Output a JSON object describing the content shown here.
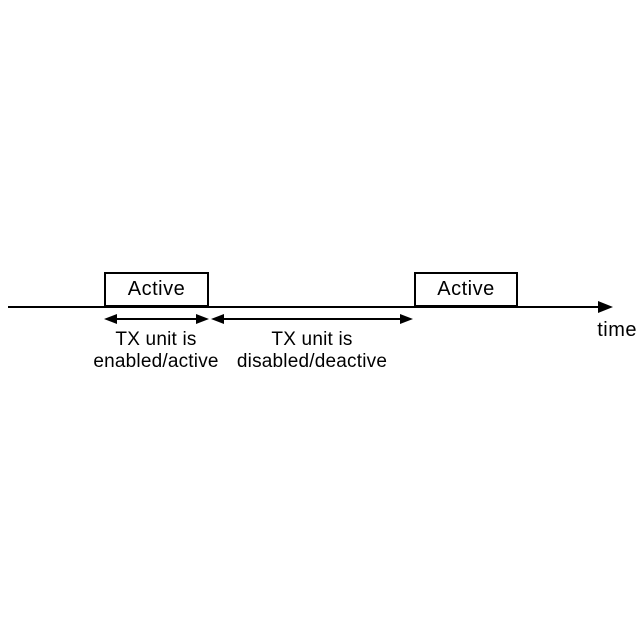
{
  "diagram": {
    "background_color": "#ffffff",
    "ink_color": "#000000",
    "timeline": {
      "axis_label": "time"
    },
    "boxes": [
      {
        "label": "Active"
      },
      {
        "label": "Active"
      }
    ],
    "intervals": [
      {
        "line1": "TX unit is",
        "line2": "enabled/active"
      },
      {
        "line1": "TX unit is",
        "line2": "disabled/deactive"
      }
    ]
  }
}
